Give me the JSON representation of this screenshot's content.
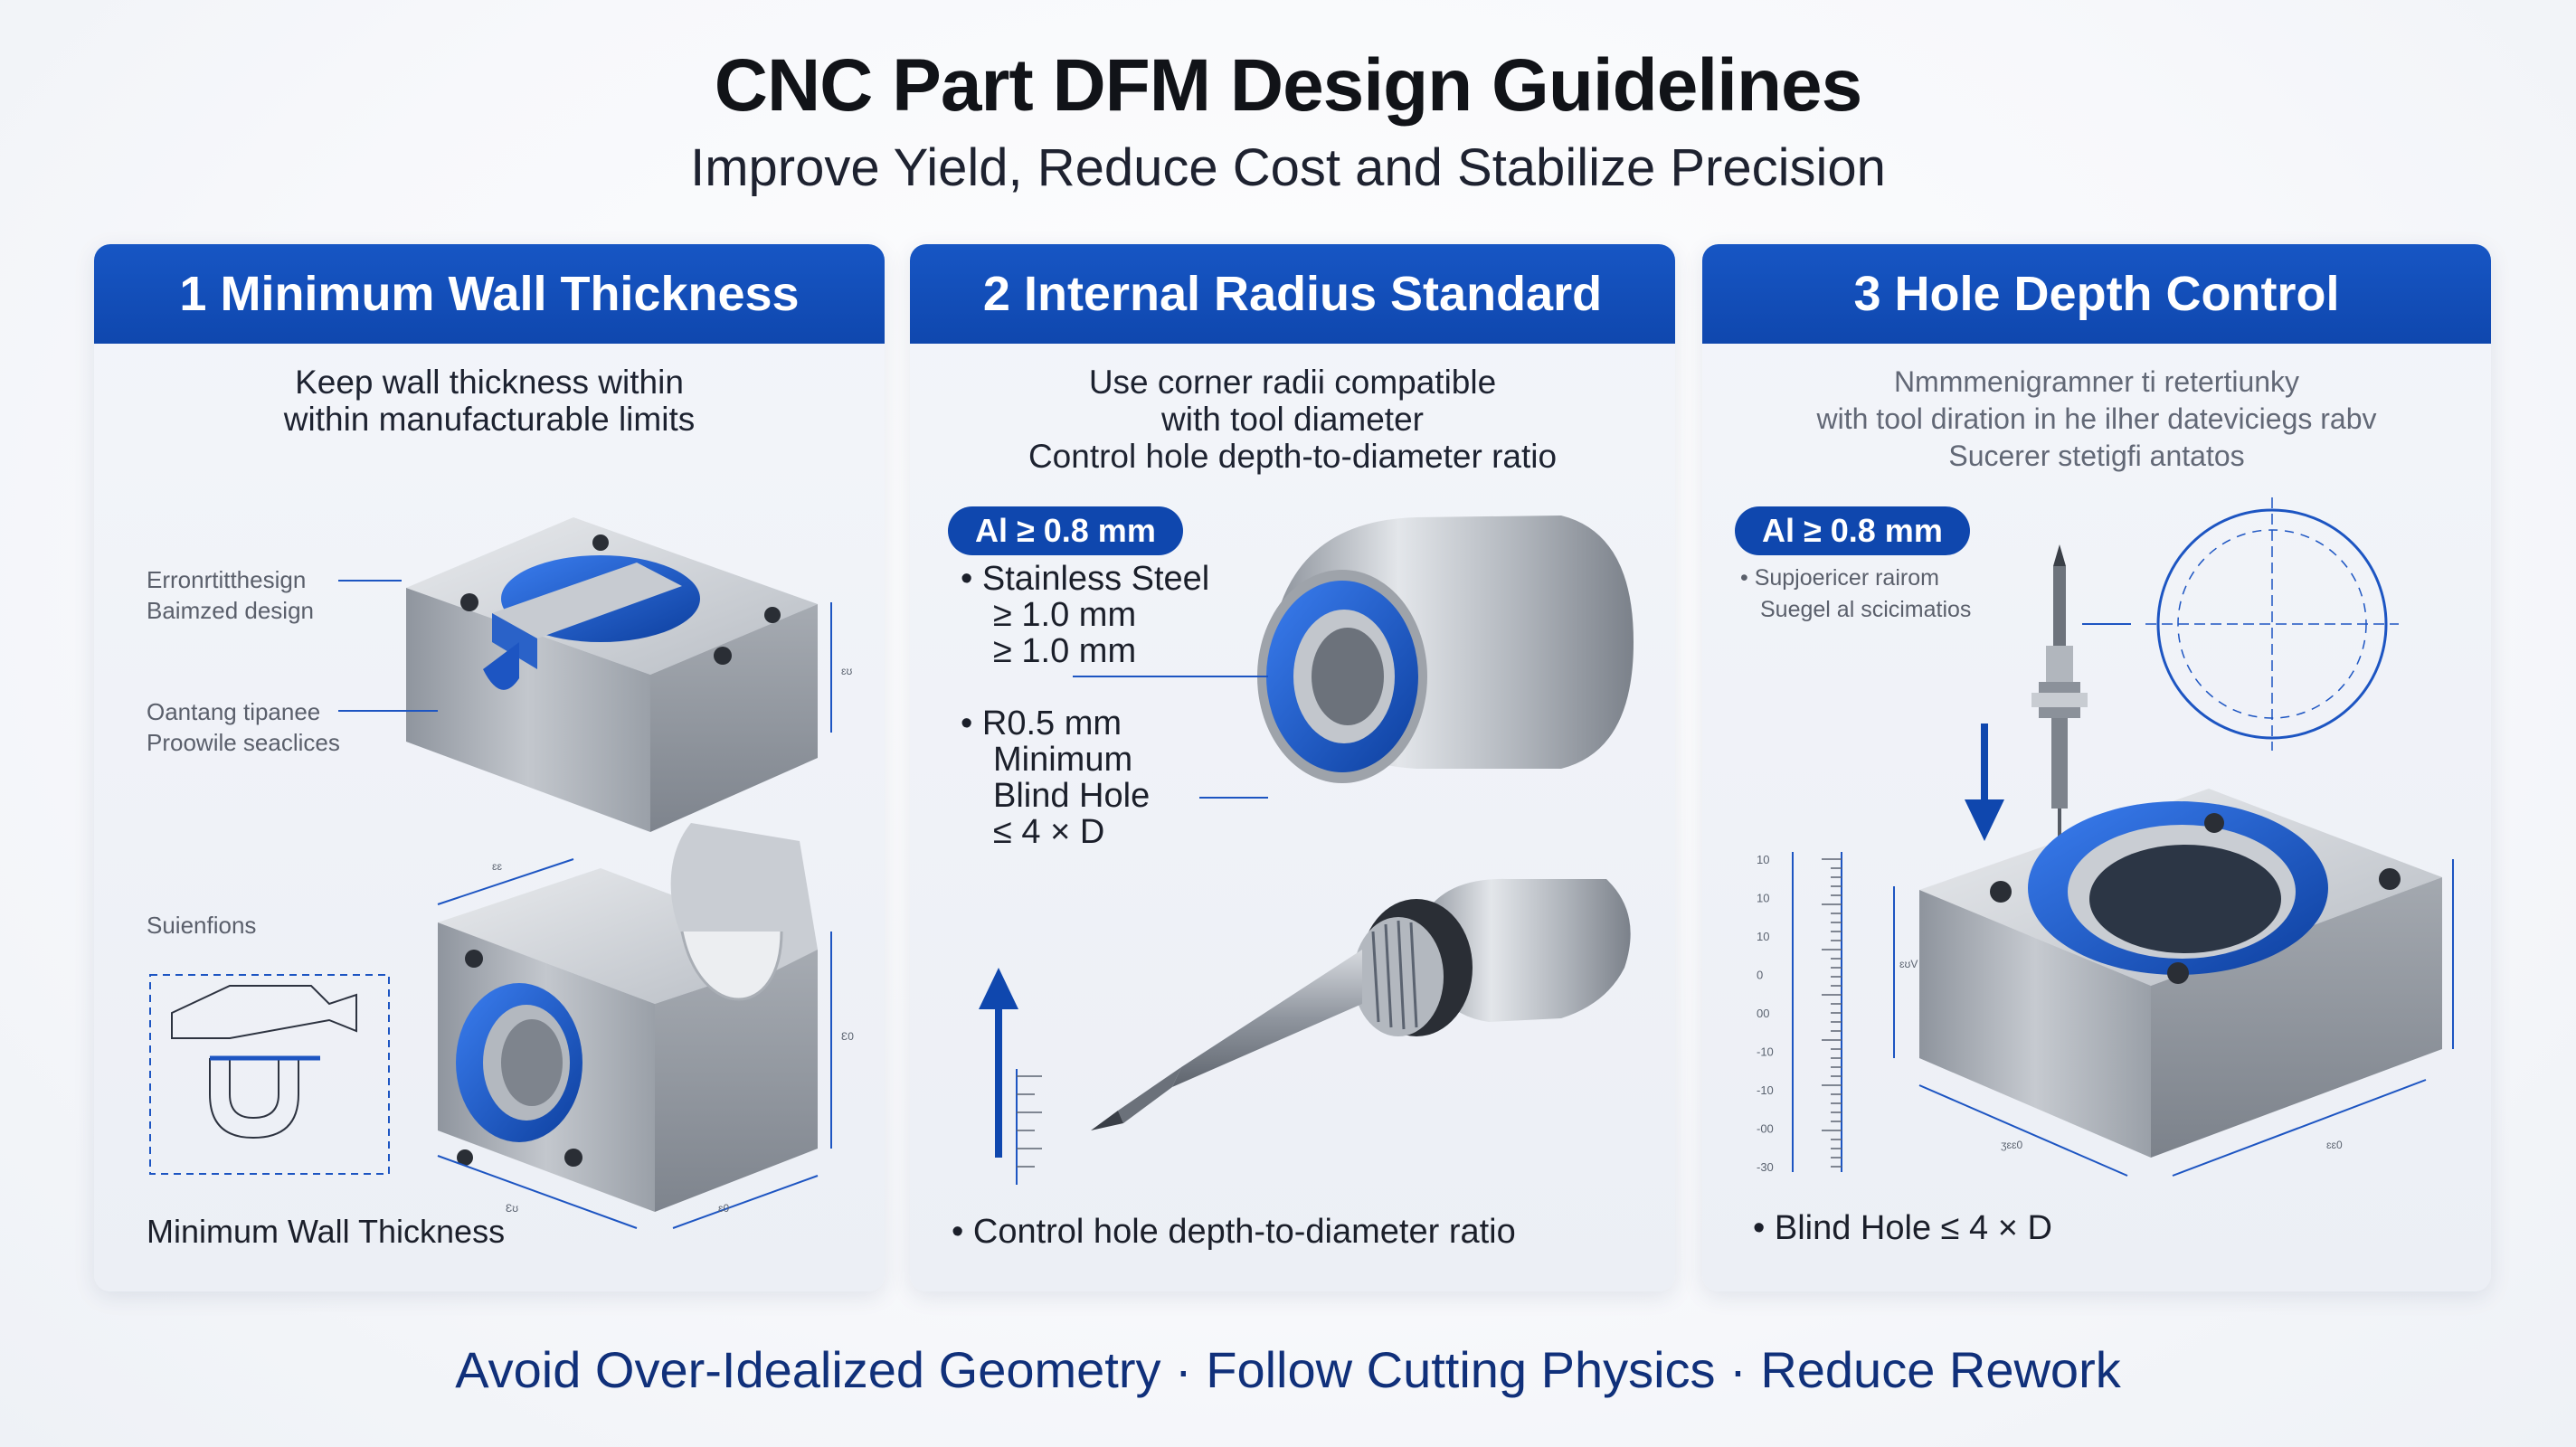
{
  "header": {
    "title": "CNC Part DFM Design Guidelines",
    "subtitle": "Improve Yield, Reduce Cost and Stabilize Precision"
  },
  "panels": [
    {
      "heading": "1  Minimum Wall Thickness",
      "desc": [
        "Keep wall thickness within",
        "within manufacturable limits"
      ],
      "labels": [
        "Erronrtitthesign",
        "Baimzed design",
        "Oantang tipanee",
        "Proowile seaclices",
        "Suienfions"
      ],
      "footnote": "Minimum Wall Thickness",
      "dims": [
        "ɛʊ",
        "ɛɛ",
        "Ɛ0",
        "Ɛʊ",
        "ɛ0"
      ]
    },
    {
      "heading": "2  Internal Radius Standard",
      "desc": [
        "Use corner radii compatible",
        "with tool diameter",
        "Control hole depth-to-diameter ratio"
      ],
      "pill": "Al ≥ 0.8 mm",
      "list": {
        "ss_label": "Stainless Steel",
        "ss_val1": "≥ 1.0 mm",
        "ss_val2": "≥ 1.0 mm",
        "r_label": "R0.5 mm",
        "r_line2": "Minimum",
        "r_line3": "Blind Hole",
        "r_line4": "≤ 4 × D"
      },
      "footnote": "Control hole depth-to-diameter ratio"
    },
    {
      "heading": "3  Hole Depth Control",
      "desc": [
        "Nmmmenigramner ti retertiunky",
        "with tool diration in he ilher dateviciegs rabv",
        "Sucerer stetigfi antatos"
      ],
      "pill": "Al ≥ 0.8 mm",
      "notes": [
        "Supjoericer rairom",
        "Suegel al scicimatios"
      ],
      "scale": [
        "10",
        "10",
        "10",
        "0",
        "00",
        "-10",
        "-10",
        "-00",
        "-30"
      ],
      "dims": [
        "ɛʊV",
        "ʒɛɛ0",
        "ɛɛ0"
      ],
      "footnote": "Blind Hole ≤ 4 × D"
    }
  ],
  "footer": "Avoid Over-Idealized Geometry · Follow Cutting Physics · Reduce Rework",
  "colors": {
    "accent": "#1756c4",
    "steel": "#9aa1ab",
    "footer": "#10307a"
  }
}
